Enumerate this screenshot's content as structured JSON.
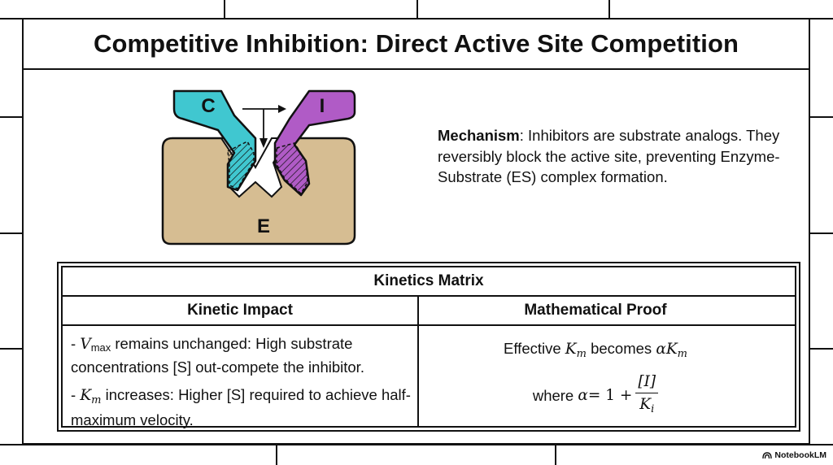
{
  "title": "Competitive Inhibition: Direct Active Site Competition",
  "diagram": {
    "competitor_label": "C",
    "inhibitor_label": "I",
    "enzyme_label": "E",
    "colors": {
      "competitor": "#40c7d0",
      "inhibitor": "#b05bc6",
      "enzyme": "#d6bd92",
      "outline": "#111111"
    }
  },
  "mechanism": {
    "label": "Mechanism",
    "text": ": Inhibitors are substrate analogs. They reversibly block the active site, preventing Enzyme-Substrate (ES) complex formation."
  },
  "table": {
    "title": "Kinetics Matrix",
    "col_impact": "Kinetic Impact",
    "col_proof": "Mathematical Proof",
    "vmax_symbol": "V",
    "vmax_sub": "max",
    "vmax_text": " remains unchanged: High substrate concentrations [S] out-compete the inhibitor.",
    "km_symbol": "K",
    "km_sub": "m",
    "km_text": " increases: Higher [S] required to achieve half-maximum velocity.",
    "bullet_dash": "- ",
    "proof_line1_pre": "Effective ",
    "proof_line1_mid": " becomes ",
    "alpha": "α",
    "where": "where ",
    "equals_one_plus": " = 1 + ",
    "frac_num": "[I]",
    "frac_den_sym": "K",
    "frac_den_sub": "i"
  },
  "watermark": {
    "text": "NotebookLM",
    "icon": "notebooklm-icon"
  }
}
